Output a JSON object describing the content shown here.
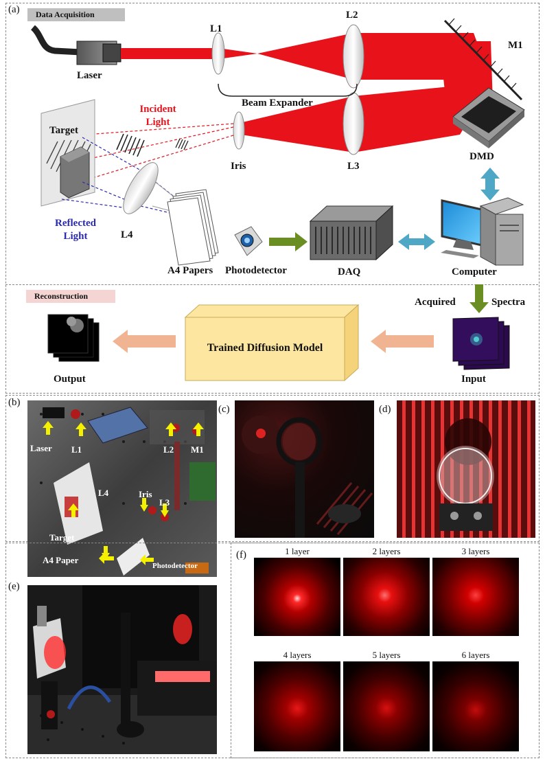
{
  "panels": {
    "a": "(a)",
    "b": "(b)",
    "c": "(c)",
    "d": "(d)",
    "e": "(e)",
    "f": "(f)"
  },
  "sections": {
    "acquisition": "Data Acquisition",
    "reconstruction": "Reconstruction"
  },
  "components": {
    "laser": "Laser",
    "l1": "L1",
    "l2": "L2",
    "l3": "L3",
    "l4": "L4",
    "m1": "M1",
    "beam_expander": "Beam Expander",
    "incident_light": "Incident Light",
    "target": "Target",
    "iris": "Iris",
    "dmd": "DMD",
    "reflected_light": "Reflected Light",
    "a4_papers": "A4 Papers",
    "photodetector": "Photodetector",
    "daq": "DAQ",
    "computer": "Computer",
    "acquired": "Acquired",
    "spectra": "Spectra",
    "trained_model": "Trained Diffusion Model",
    "input": "Input",
    "output": "Output"
  },
  "photo_b": {
    "laser": "Laser",
    "l1": "L1",
    "l2": "L2",
    "m1": "M1",
    "iris": "Iris",
    "l3": "L3",
    "l4": "L4",
    "target": "Target",
    "a4_paper": "A4 Paper",
    "photodetector": "Photodetector"
  },
  "layers": [
    "1 layer",
    "2 layers",
    "3 layers",
    "4 layers",
    "5 layers",
    "6 layers"
  ],
  "colors": {
    "beam": "#e8121b",
    "incident": "#e8121b",
    "reflected": "#2a2ab0",
    "arrow_green": "#6b8e23",
    "arrow_blue": "#4ea7c4",
    "arrow_peach": "#f0b493",
    "model_box": "#fde7a0"
  }
}
